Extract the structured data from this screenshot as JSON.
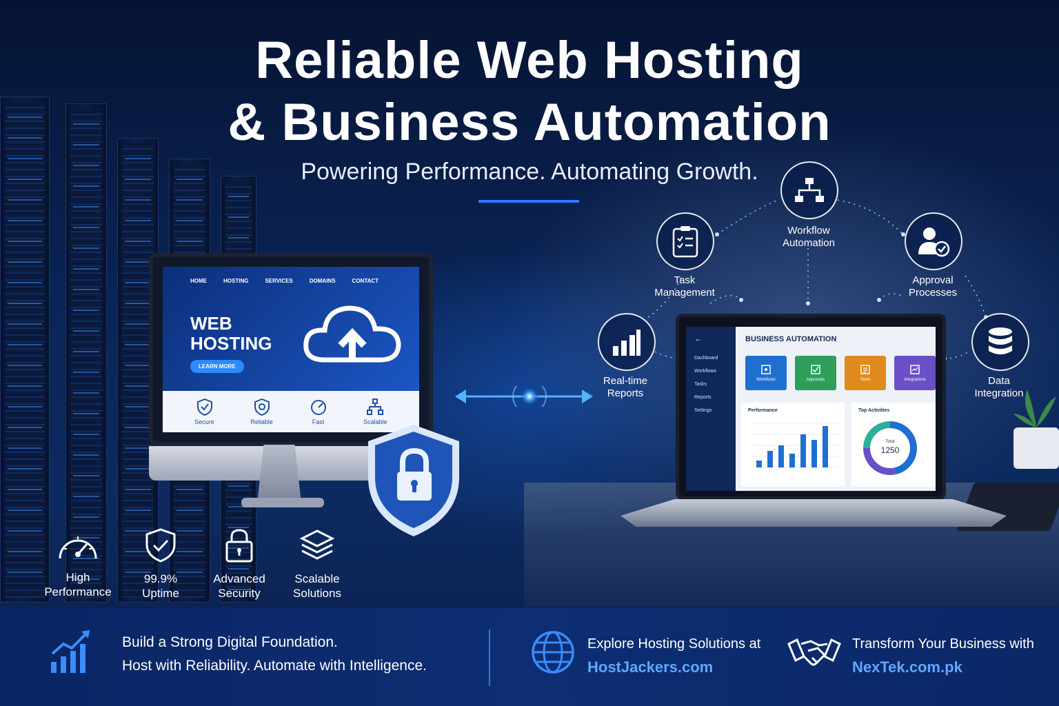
{
  "header": {
    "title_line1": "Reliable Web Hosting",
    "title_line2": "& Business Automation",
    "subtitle": "Powering Performance. Automating Growth."
  },
  "monitor_site": {
    "nav": [
      "HOME",
      "HOSTING",
      "SERVICES",
      "DOMAINS",
      "CONTACT"
    ],
    "heading_line1": "WEB",
    "heading_line2": "HOSTING",
    "cta": "LEARN MORE",
    "features": [
      {
        "label": "Secure",
        "icon": "shield-check-icon"
      },
      {
        "label": "Reliable",
        "icon": "shield-badge-icon"
      },
      {
        "label": "Fast",
        "icon": "speedometer-icon"
      },
      {
        "label": "Scalable",
        "icon": "network-icon"
      }
    ]
  },
  "automation_nodes": [
    {
      "label_line1": "Workflow",
      "label_line2": "Automation",
      "icon": "flowchart-icon"
    },
    {
      "label_line1": "Task",
      "label_line2": "Management",
      "icon": "checklist-icon"
    },
    {
      "label_line1": "Approval",
      "label_line2": "Processes",
      "icon": "user-check-icon"
    },
    {
      "label_line1": "Real-time",
      "label_line2": "Reports",
      "icon": "bar-chart-icon"
    },
    {
      "label_line1": "Data",
      "label_line2": "Integration",
      "icon": "database-icon"
    }
  ],
  "laptop_app": {
    "title": "BUSINESS AUTOMATION",
    "sidebar": [
      "Dashboard",
      "Workflows",
      "Tasks",
      "Reports",
      "Settings"
    ],
    "tiles": [
      {
        "label": "Workflows",
        "color": "#1f6fd1"
      },
      {
        "label": "Approvals",
        "color": "#2f9e5a"
      },
      {
        "label": "Tasks",
        "color": "#e08a1e"
      },
      {
        "label": "Integrations",
        "color": "#6a4fc8"
      }
    ],
    "performance_title": "Performance",
    "activities_title": "Top Activities",
    "donut_caption": "Total",
    "donut_total": "1250"
  },
  "bottom_features": [
    {
      "line1": "High",
      "line2": "Performance",
      "icon": "speedometer-icon"
    },
    {
      "line1": "99.9%",
      "line2": "Uptime",
      "icon": "shield-check-icon"
    },
    {
      "line1": "Advanced",
      "line2": "Security",
      "icon": "padlock-icon"
    },
    {
      "line1": "Scalable",
      "line2": "Solutions",
      "icon": "layers-icon"
    }
  ],
  "footer": {
    "tagline1": "Build a Strong Digital Foundation.",
    "tagline2": "Host with Reliability. Automate with Intelligence.",
    "hosting_prompt": "Explore Hosting Solutions at",
    "hosting_site": "HostJackers.com",
    "business_prompt": "Transform Your Business with",
    "business_site": "NexTek.com.pk"
  },
  "colors": {
    "accent": "#2c7bff",
    "link": "#5fa8ff",
    "background": "#0b2558"
  }
}
